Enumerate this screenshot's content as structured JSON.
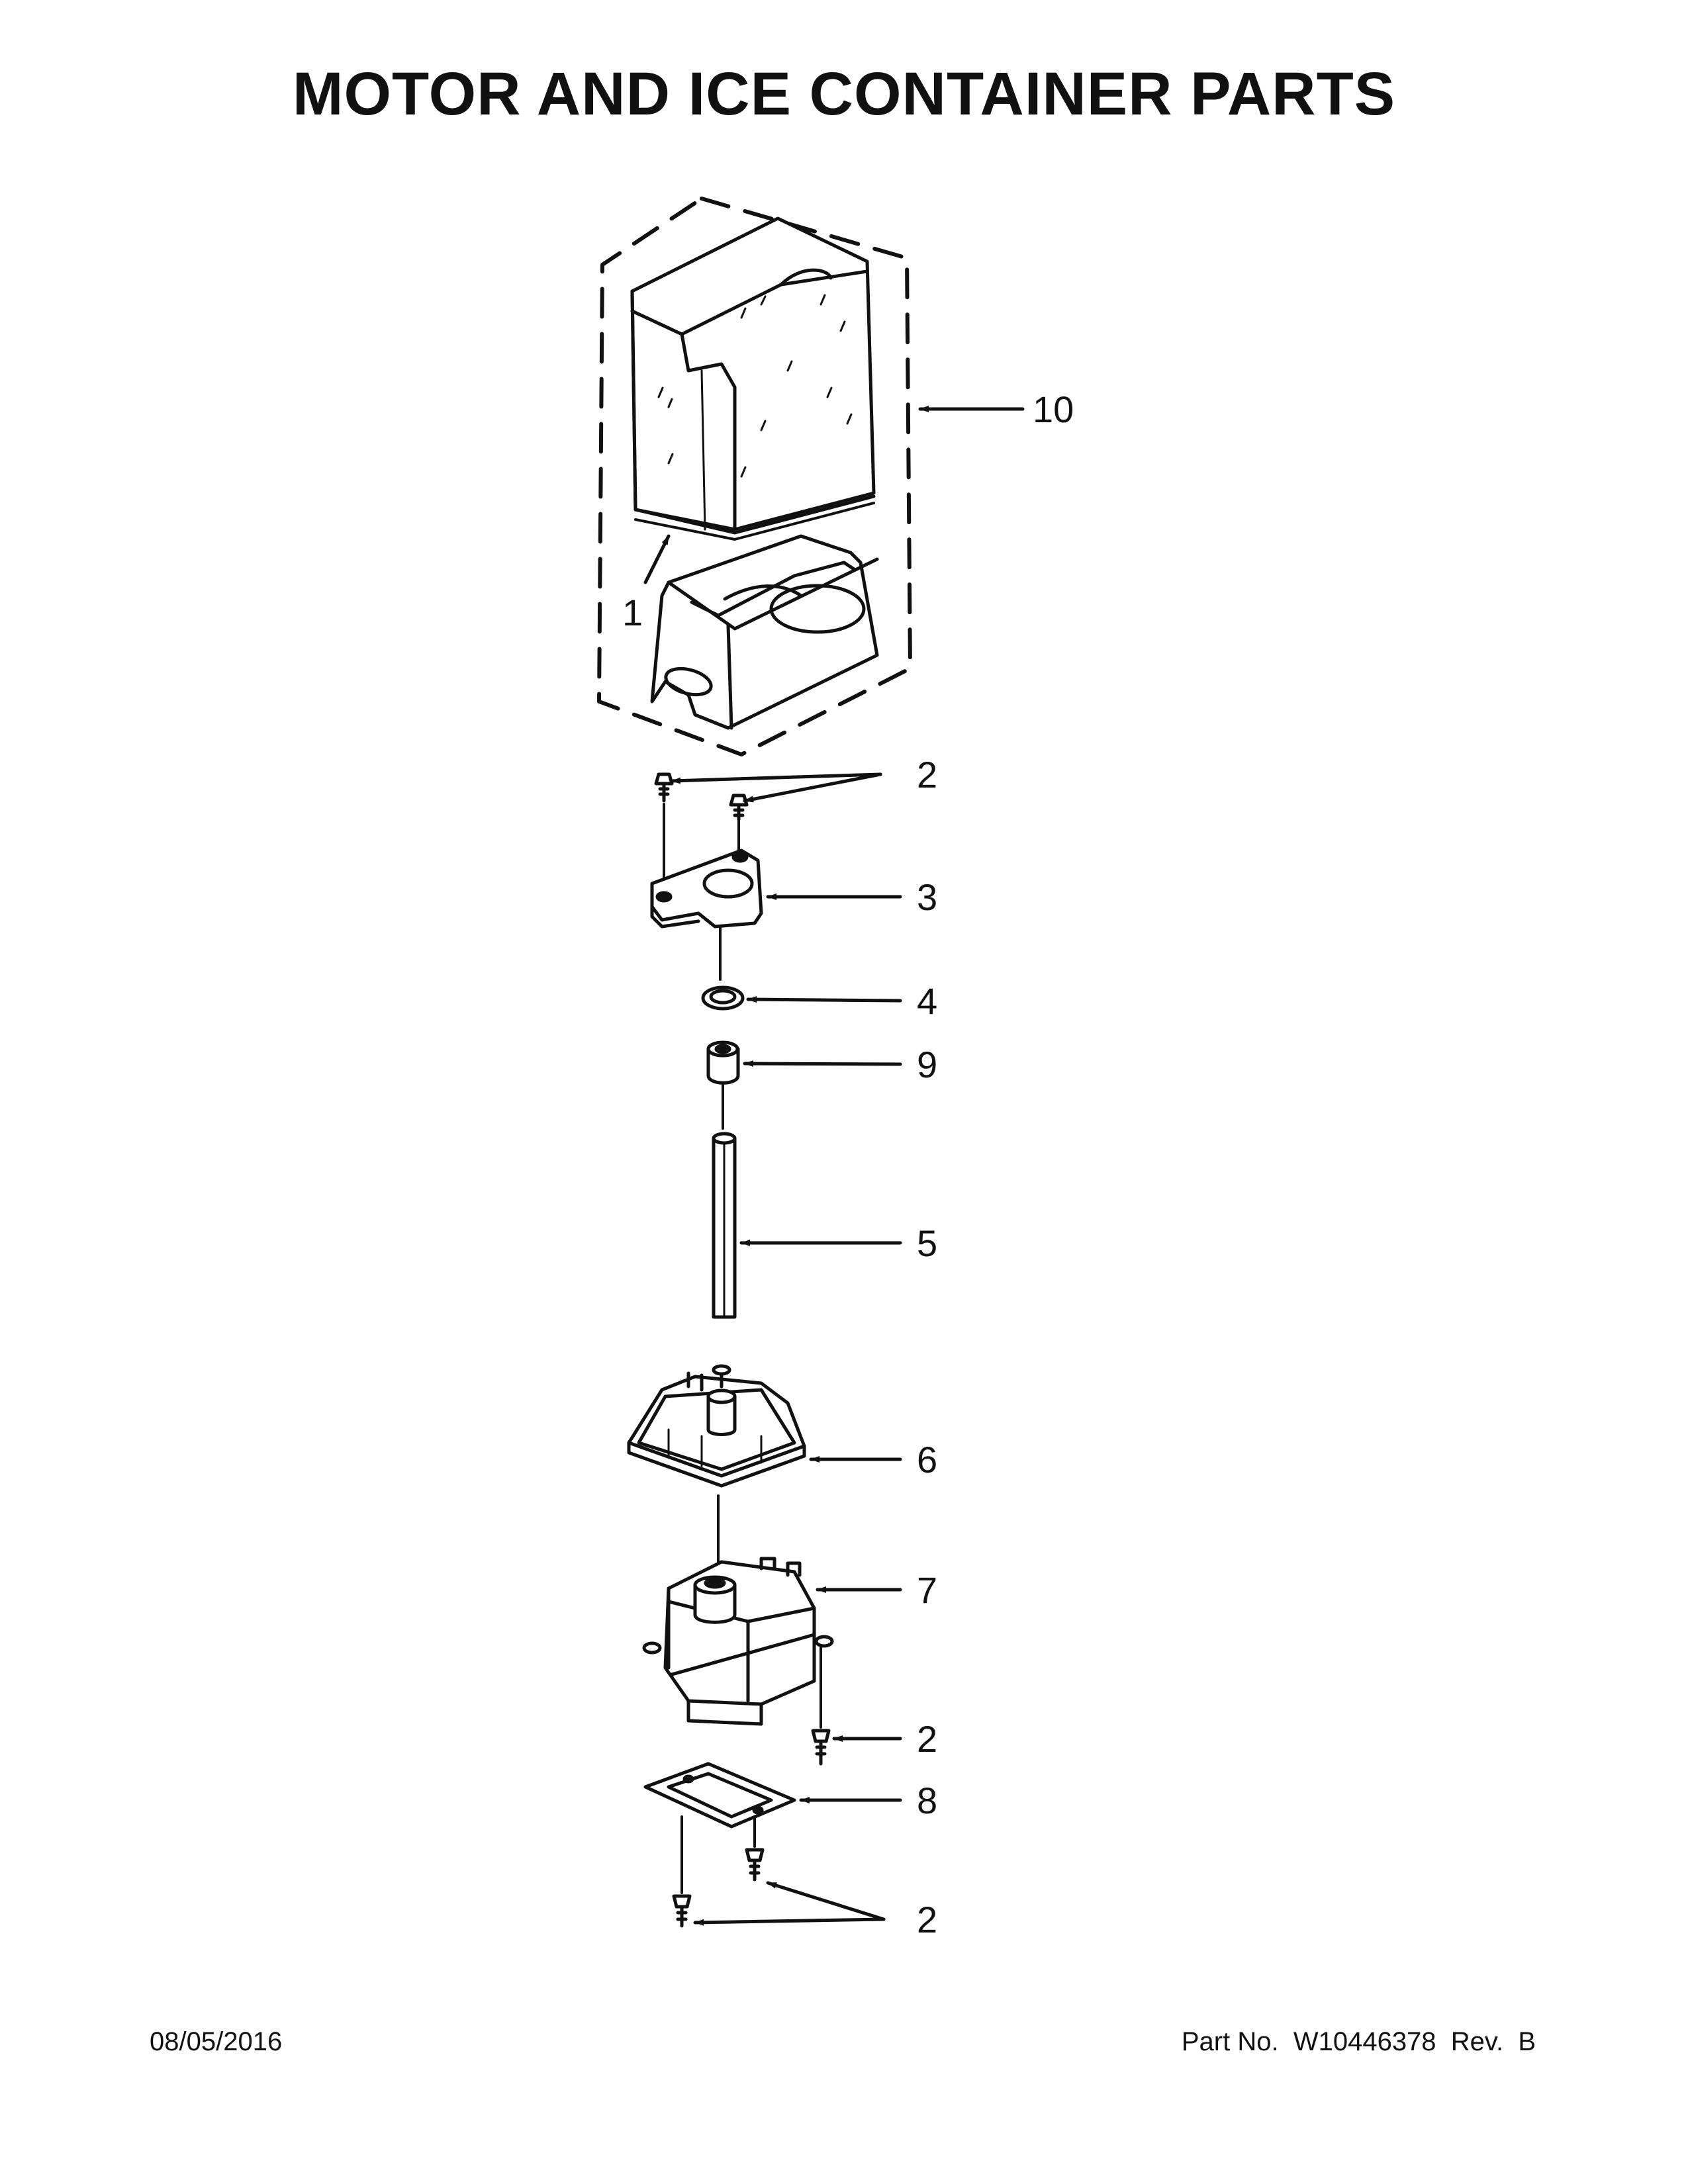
{
  "title": "MOTOR AND ICE CONTAINER PARTS",
  "callouts": {
    "c1": "1",
    "c2a": "2",
    "c2b": "2",
    "c2c": "2",
    "c3": "3",
    "c4": "4",
    "c5": "5",
    "c6": "6",
    "c7": "7",
    "c8": "8",
    "c9": "9",
    "c10": "10"
  },
  "footer": {
    "date": "08/05/2016",
    "part_label": "Part No.",
    "part_number": "W10446378",
    "rev_label": "Rev.",
    "rev_value": "B"
  }
}
